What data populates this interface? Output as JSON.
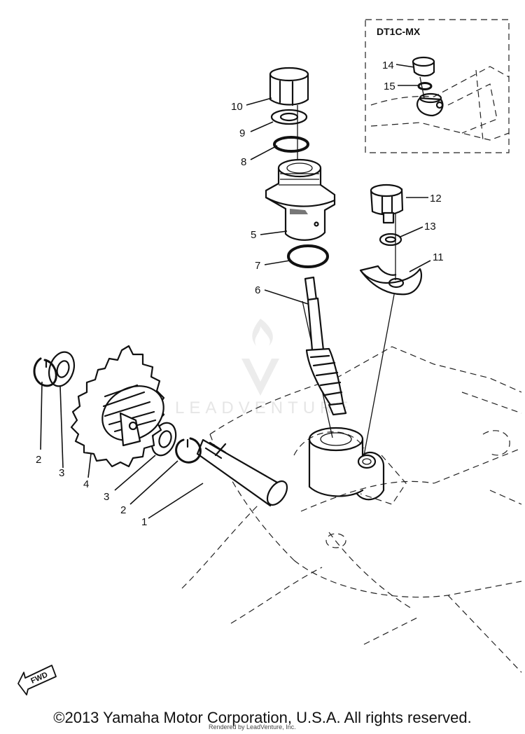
{
  "inset": {
    "title": "DT1C-MX"
  },
  "callouts": [
    {
      "id": "c1",
      "label": "1"
    },
    {
      "id": "c2a",
      "label": "2"
    },
    {
      "id": "c2b",
      "label": "2"
    },
    {
      "id": "c3a",
      "label": "3"
    },
    {
      "id": "c3b",
      "label": "3"
    },
    {
      "id": "c4",
      "label": "4"
    },
    {
      "id": "c5",
      "label": "5"
    },
    {
      "id": "c6",
      "label": "6"
    },
    {
      "id": "c7",
      "label": "7"
    },
    {
      "id": "c8",
      "label": "8"
    },
    {
      "id": "c9",
      "label": "9"
    },
    {
      "id": "c10",
      "label": "10"
    },
    {
      "id": "c11",
      "label": "11"
    },
    {
      "id": "c12",
      "label": "12"
    },
    {
      "id": "c13",
      "label": "13"
    },
    {
      "id": "c14",
      "label": "14"
    },
    {
      "id": "c15",
      "label": "15"
    }
  ],
  "fwd_label": "FWD",
  "watermark": "LEADVENTURE",
  "copyright": "©2013 Yamaha Motor Corporation, U.S.A. All rights reserved.",
  "rendered_by": "Rendered by LeadVenture, Inc."
}
